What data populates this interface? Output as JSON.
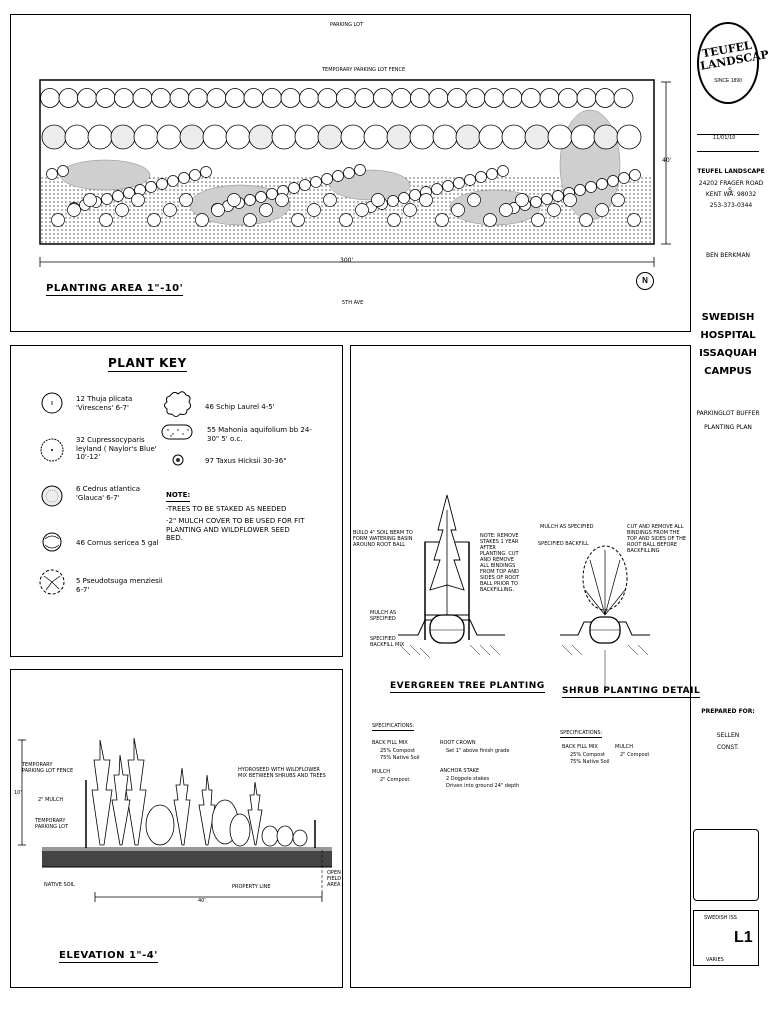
{
  "sheet": {
    "top_label_parking": "PARKING LOT",
    "top_label_fence": "TEMPORARY PARKING LOT FENCE",
    "dim_horizontal": "300'",
    "dim_vertical": "40'",
    "bottom_label": "5TH AVE",
    "planting_area_title": "PLANTING AREA 1\"-10'",
    "north_symbol": "N"
  },
  "plant_key": {
    "title": "PLANT KEY",
    "items_left": [
      {
        "text": "12 Thuja plicata 'Virescens' 6-7'",
        "icon": "circle-tree-icon"
      },
      {
        "text": "32 Cupressocyparis leyland ( Naylor's Blue' 10'-12'",
        "icon": "dotted-circle-icon"
      },
      {
        "text": "6 Cedrus atlantica 'Glauca' 6-7'",
        "icon": "textured-circle-icon"
      },
      {
        "text": "46 Cornus sericea 5 gal",
        "icon": "shrub-icon"
      },
      {
        "text": "5 Pseudotsuga menziesii 6-7'",
        "icon": "branch-circle-icon"
      }
    ],
    "items_right": [
      {
        "text": "46 Schip Laurel 4-5'",
        "icon": "scalloped-shrub-icon"
      },
      {
        "text": "55 Mahonia aquifolium bb 24-30\" 5' o.c.",
        "icon": "groundcover-icon"
      },
      {
        "text": "97 Taxus Hicksii 30-36\"",
        "icon": "small-dot-shrub-icon"
      }
    ],
    "note_heading": "NOTE:",
    "note_lines": [
      "-TREES TO BE STAKED AS NEEDED",
      "-2\" MULCH COVER TO BE USED FOR FIT PLANTING AND WILDFLOWER SEED BED."
    ]
  },
  "evergreen": {
    "title": "EVERGREEN TREE PLANTING",
    "label_berm": "BUILD 4\" SOIL BERM TO FORM WATERING BASIN AROUND ROOT BALL",
    "label_notes": "NOTE: REMOVE STAKES 1 YEAR AFTER PLANTING. CUT AND REMOVE ALL BINDINGS FROM TOP AND SIDES OF ROOT BALL PRIOR TO BACKFILLING.",
    "label_mulch": "MULCH AS SPECIFIED",
    "label_backfill": "SPECIFIED BACKFILL MIX",
    "spec_heading": "SPECIFICATIONS:",
    "spec_backfill_heading": "BACK FILL MIX",
    "spec_backfill_lines": [
      "25% Compost",
      "75% Native Soil"
    ],
    "spec_mulch_heading": "MULCH",
    "spec_mulch_lines": [
      "2\" Compost"
    ],
    "spec_crown_heading": "ROOT CROWN",
    "spec_crown_lines": [
      "Set 1\" above finish grade"
    ],
    "spec_anchor_heading": "ANCHOR STAKE",
    "spec_anchor_lines": [
      "2 Dogpole stakes",
      "Driven into ground 24\" depth"
    ]
  },
  "shrub": {
    "title": "SHRUB PLANTING DETAIL",
    "label_mulch": "MULCH AS SPECIFIED",
    "label_backfill": "SPECIFIED BACKFILL",
    "label_cut": "CUT AND REMOVE ALL BINDINGS FROM THE TOP AND SIDES OF THE ROOT BALL BEFORE BACKFILLING",
    "spec_heading": "SPECIFICATIONS:",
    "spec_backfill_heading": "BACK FILL MIX",
    "spec_backfill_lines": [
      "25% Compost",
      "75% Native Soil"
    ],
    "spec_mulch_heading": "MULCH",
    "spec_mulch_lines": [
      "2\" Compost"
    ]
  },
  "elevation": {
    "title": "ELEVATION 1\"-4'",
    "label_fence": "TEMPORARY PARKING LOT FENCE",
    "label_mulch": "2\" MULCH",
    "label_lot": "TEMPORARY PARKING LOT",
    "label_native": "NATIVE SOIL",
    "label_property": "PROPERTY LINE",
    "label_hydroseed": "HYDROSEED WITH WILDFLOWER MIX BETWEEN SHRUBS AND TREES",
    "label_open": "OPEN FIELD AREA",
    "dim_width": "40'",
    "dim_height": "10'"
  },
  "title_block": {
    "logo_text": "TEUFEL LANDSCAPE",
    "logo_since": "SINCE 1890",
    "date": "11/01/10",
    "company": "TEUFEL LANDSCAPE",
    "address_1": "24202 FRAGER ROAD S.",
    "address_2": "KENT WA. 98032",
    "phone": "253-373-0344",
    "designer": "BEN BERKMAN",
    "project_1": "SWEDISH",
    "project_2": "HOSPITAL",
    "project_3": "ISSAQUAH",
    "project_4": "CAMPUS",
    "subtitle_1": "PARKINGLOT BUFFER",
    "subtitle_2": "PLANTING PLAN",
    "prepared_for": "PREPARED FOR:",
    "client_1": "SELLEN",
    "client_2": "CONST.",
    "sheet_name": "SWEDISH ISS",
    "sheet_number": "L1",
    "scale": "VARIES"
  }
}
